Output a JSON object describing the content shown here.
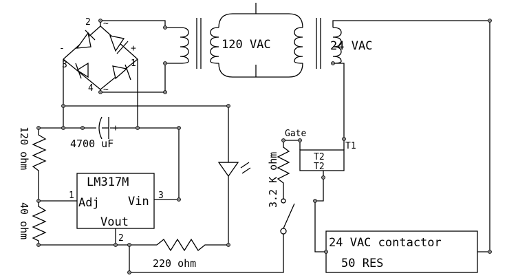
{
  "bridge": {
    "pin2": "2",
    "pin3": "3",
    "pin1": "1",
    "pin4": "4",
    "minus": "-",
    "plus": "+",
    "tilde_top": "~",
    "tilde_bottom": "~"
  },
  "transformer_left": {
    "center_label": "120 VAC"
  },
  "transformer_right": {
    "secondary_label": "24 VAC"
  },
  "capacitor": {
    "label": "4700 uF",
    "polarity": "+"
  },
  "resistor_120": {
    "label": "120 ohm"
  },
  "resistor_40": {
    "label": "40 ohm"
  },
  "regulator": {
    "name": "LM317M",
    "adj": "Adj",
    "vin": "Vin",
    "vout": "Vout",
    "pin1": "1",
    "pin2": "2",
    "pin3": "3"
  },
  "resistor_220": {
    "label": "220 ohm"
  },
  "resistor_3k2": {
    "label": "3.2 K ohm"
  },
  "triac": {
    "gate": "Gate",
    "t1": "T1",
    "t2_a": "T2",
    "t2_b": "T2"
  },
  "contactor": {
    "line1": "24 VAC contactor",
    "line2": "50 RES"
  }
}
